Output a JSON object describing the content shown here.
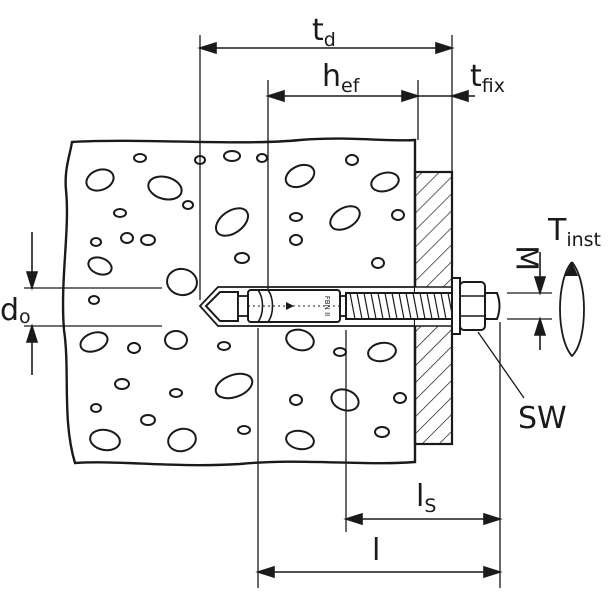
{
  "labels": {
    "td": {
      "main": "t",
      "sub": "d"
    },
    "hef": {
      "main": "h",
      "sub": "ef"
    },
    "tfix": {
      "main": "t",
      "sub": "fix"
    },
    "tinst": {
      "main": "T",
      "sub": "inst"
    },
    "m": "M",
    "do": {
      "main": "d",
      "sub": "o"
    },
    "sw": "SW",
    "ls": {
      "main": "l",
      "sub": "S"
    },
    "l": "l"
  },
  "anchor_marking": "FBN II",
  "colors": {
    "stroke": "#1a1a1a",
    "concrete_fill": "#ffffff",
    "background": "#ffffff"
  }
}
